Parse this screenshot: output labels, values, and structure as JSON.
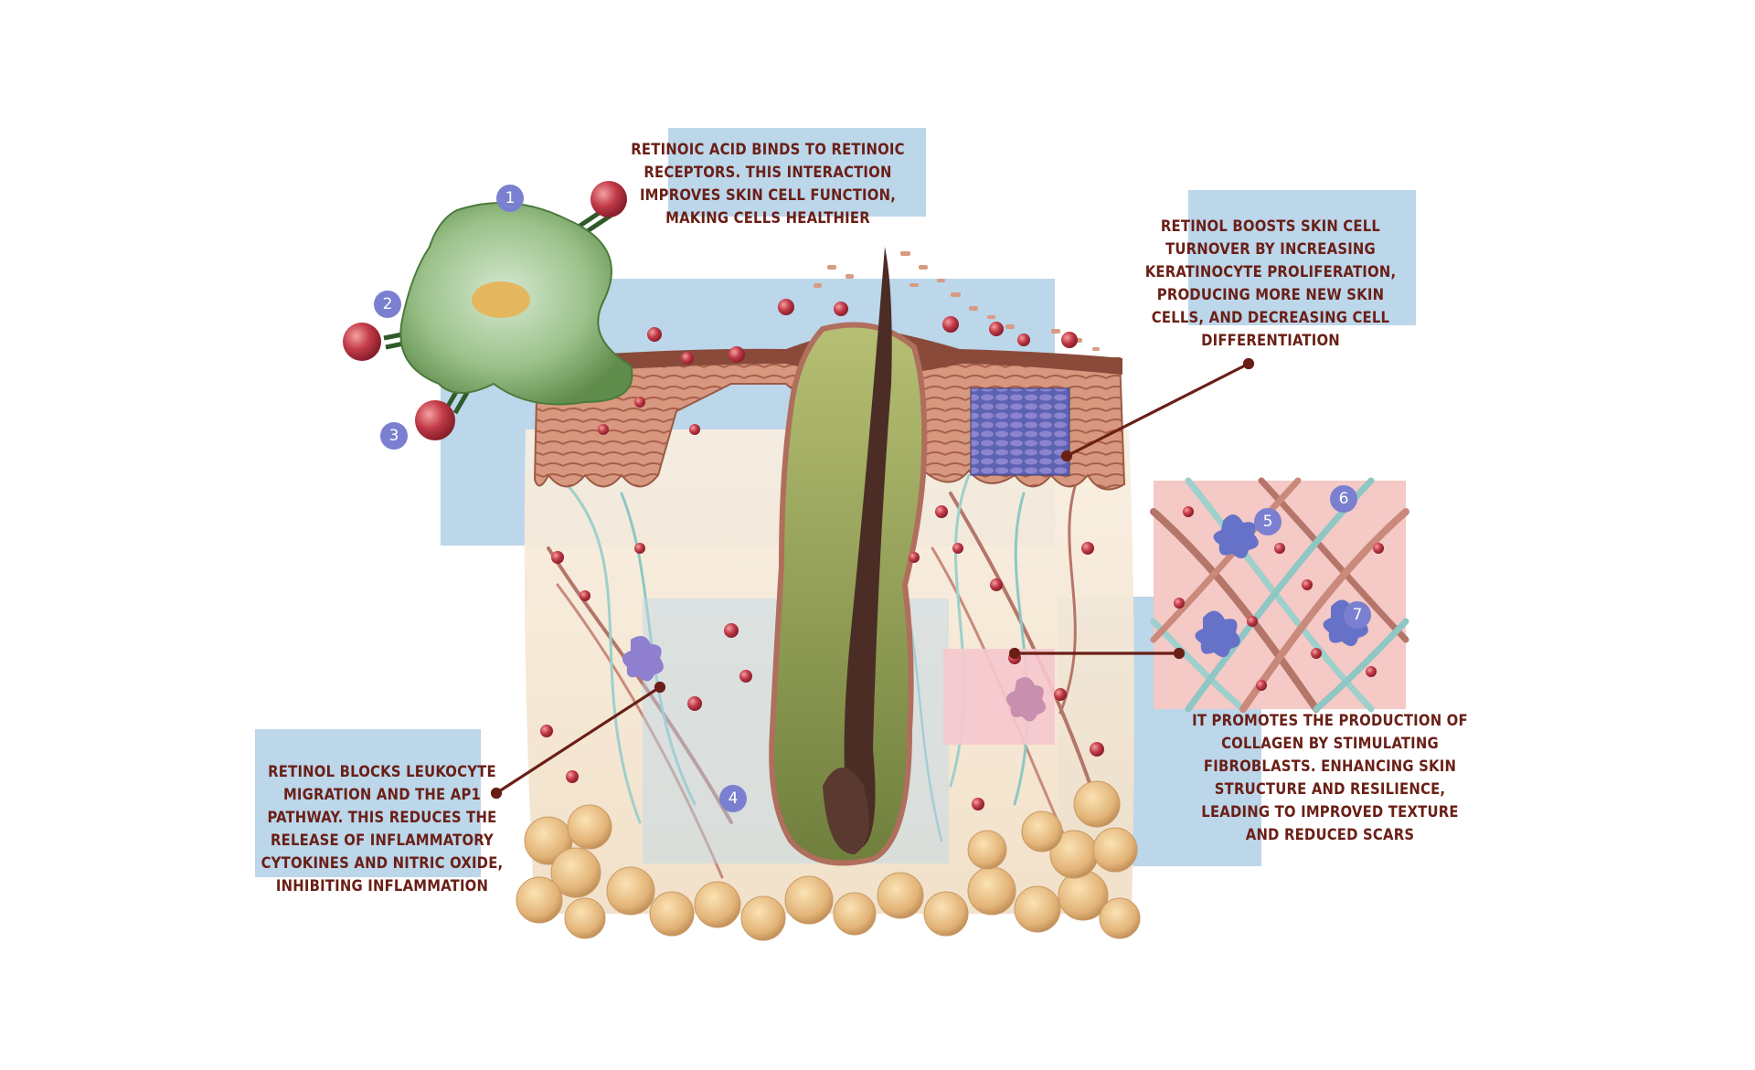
{
  "annotations": {
    "retinoic_acid": {
      "lines": [
        "Retinoic acid  binds to retinoic",
        "receptors. This interaction",
        "improves skin cell function,",
        "making cells healthier"
      ]
    },
    "turnover": {
      "lines": [
        "Retinol boosts skin cell",
        "turnover by increasing",
        "keratinocyte proliferation,",
        "producing more new skin",
        "cells, and decreasing cell",
        "differentiation"
      ]
    },
    "inflammation": {
      "lines": [
        "Retinol blocks leukocyte",
        "migration and the AP1",
        "pathway. This reduces the",
        "release of inflammatory",
        "cytokines and nitric oxide,",
        "inhibiting inflammation"
      ]
    },
    "collagen": {
      "lines": [
        "It promotes the production of",
        "collagen by stimulating",
        "fibroblasts. Enhancing skin",
        "structure and resilience,",
        "leading to improved texture",
        "and reduced scars"
      ]
    }
  },
  "markers": [
    "1",
    "2",
    "3",
    "4",
    "5",
    "6",
    "7"
  ],
  "colors": {
    "label_text": "#6a1f16",
    "highlight_blue": "#bcd6ea",
    "highlight_pink": "#f6c8cf",
    "marker": "#7a80cf",
    "leader_line": "#6a1f16"
  }
}
